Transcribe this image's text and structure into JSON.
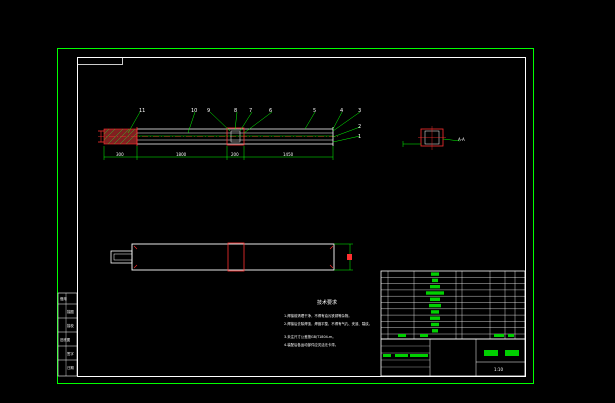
{
  "drawing": {
    "part_labels": [
      "11",
      "10",
      "9",
      "8",
      "7",
      "6",
      "5",
      "4",
      "3",
      "2",
      "1"
    ],
    "section_label": "A-A",
    "dimensions": [
      "300",
      "1800",
      "200",
      "1450"
    ],
    "notes_title": "技术要求",
    "notes": [
      "1.焊接前清理干净，不得有油污铁锈等杂物。",
      "2.焊接后去除焊渣，焊缝平整，不得有气孔、夹渣、裂纹。",
      "3.未注尺寸公差按GB/T1804-m。",
      "4.装配后各运动部件应灵活无卡滞。"
    ],
    "side_stamp": [
      "借用",
      "描图",
      "描校",
      "旧底图",
      "签字",
      "日期"
    ],
    "scale": "1:10",
    "colors": {
      "border": "#00ff00",
      "frame": "#ffffff",
      "detail": "#ff3030",
      "table_fill": "#00d000",
      "dimension": "#00ff00"
    }
  }
}
